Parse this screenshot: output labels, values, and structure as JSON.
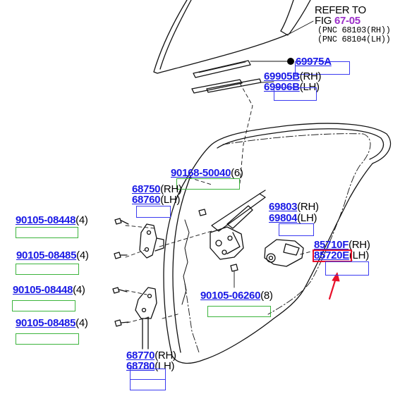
{
  "refer": {
    "line1": "REFER TO",
    "fig_prefix": "FIG ",
    "fig_num": "67-05",
    "pnc_rh": "(PNC 68103(RH))",
    "pnc_lh": "(PNC 68104(LH))"
  },
  "parts": {
    "p69975A": {
      "code": "69975A"
    },
    "p69905B": {
      "code": "69905B",
      "side": "(RH)"
    },
    "p69906B": {
      "code": "69906B",
      "side": "(LH)"
    },
    "p90168": {
      "code": "90168-50040",
      "qty": "(6)"
    },
    "p68750": {
      "code": "68750",
      "side": "(RH)"
    },
    "p68760": {
      "code": "68760",
      "side": "(LH)"
    },
    "p69803": {
      "code": "69803",
      "side": "(RH)"
    },
    "p69804": {
      "code": "69804",
      "side": "(LH)"
    },
    "p90105_08448_a": {
      "code": "90105-08448",
      "qty": "(4)"
    },
    "p90105_08485_a": {
      "code": "90105-08485",
      "qty": "(4)"
    },
    "p85710F": {
      "code": "85710F",
      "side": "(RH)"
    },
    "p85720E": {
      "code": "85720E",
      "side": "(LH)"
    },
    "p90105_08448_b": {
      "code": "90105-08448",
      "qty": "(4)"
    },
    "p90105_06260": {
      "code": "90105-06260",
      "qty": "(8)"
    },
    "p90105_08485_b": {
      "code": "90105-08485",
      "qty": "(4)"
    },
    "p68770": {
      "code": "68770",
      "side": "(RH)"
    },
    "p68780": {
      "code": "68780",
      "side": "(LH)"
    }
  },
  "colors": {
    "part_number": "#1a1ae6",
    "figure_ref": "#9b2fc9",
    "highlight": "#e8102a",
    "link_box_blue": "#3a3af0",
    "link_box_green": "#3cb43c"
  }
}
